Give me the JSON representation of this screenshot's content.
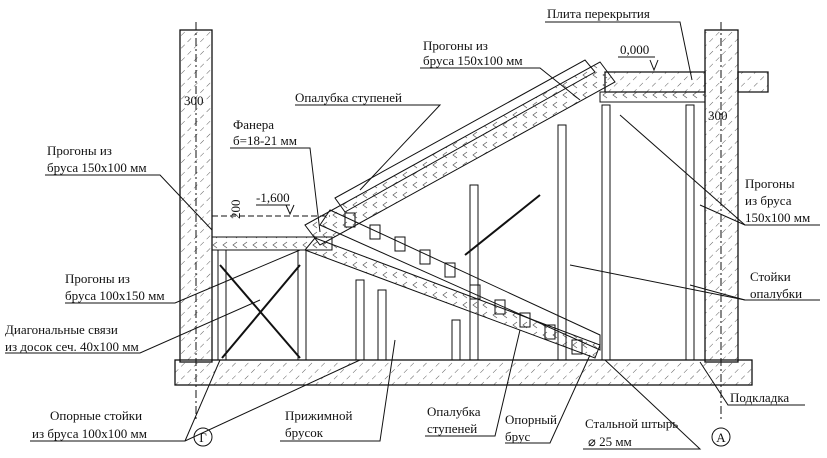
{
  "labels": {
    "slab": "Плита перекрытия",
    "purlins_top_1": "Прогоны из",
    "purlins_top_2": "бруса 150х100 мм",
    "level_top": "0,000",
    "step_formwork_top": "Опалубка ступеней",
    "plywood_1": "Фанера",
    "plywood_2": "б=18-21 мм",
    "purlins_left_1": "Прогоны из",
    "purlins_left_2": "бруса 150х100 мм",
    "dim_200": "200",
    "level_landing": "-1,600",
    "dim_300_left": "300",
    "dim_300_right": "300",
    "purlins_right_1": "Прогоны",
    "purlins_right_2": "из бруса",
    "purlins_right_3": "150х100 мм",
    "posts_1": "Стойки",
    "posts_2": "опалубки",
    "purlins_mid_1": "Прогоны из",
    "purlins_mid_2": "бруса 100х150 мм",
    "diag_1": "Диагональные связи",
    "diag_2": "из досок сеч. 40х100 мм",
    "pad": "Подкладка",
    "support_posts_1": "Опорные стойки",
    "support_posts_2": "из бруса 100х100 мм",
    "axis_g": "Г",
    "clamp_1": "Прижимной",
    "clamp_2": "брусок",
    "step_formwork_bot_1": "Опалубка",
    "step_formwork_bot_2": "ступеней",
    "support_beam_1": "Опорный",
    "support_beam_2": "брус",
    "pin_1": "Стальной штырь",
    "pin_2": "⌀ 25 мм",
    "axis_a": "А"
  }
}
